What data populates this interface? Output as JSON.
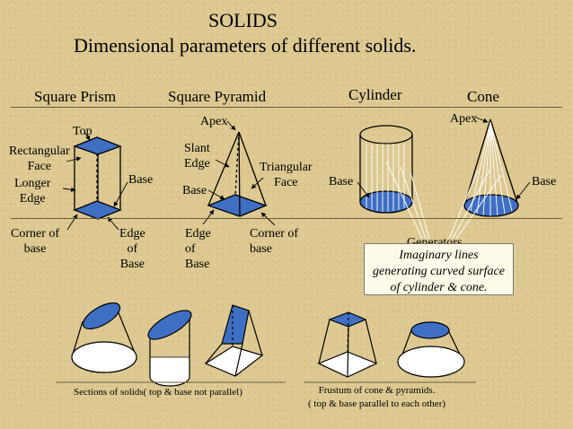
{
  "title": {
    "line1": "SOLIDS",
    "line2": "Dimensional parameters of different solids."
  },
  "headers": {
    "square_prism": "Square Prism",
    "square_pyramid": "Square Pyramid",
    "cylinder": "Cylinder",
    "cone": "Cone"
  },
  "prism_labels": {
    "top": "Top",
    "rectangular_face": "Rectangular\nFace",
    "longer_edge": "Longer\nEdge",
    "base": "Base",
    "corner_of_base": "Corner of\nbase",
    "edge_of_base": "Edge\nof\nBase"
  },
  "pyramid_labels": {
    "apex": "Apex",
    "slant_edge": "Slant\nEdge",
    "base": "Base",
    "triangular_face": "Triangular\nFace",
    "edge_of_base": "Edge\nof\nBase",
    "corner_of_base": "Corner of\nbase"
  },
  "cylinder_labels": {
    "base": "Base"
  },
  "cone_labels": {
    "apex": "Apex",
    "base": "Base"
  },
  "generators": {
    "label": "Generators",
    "note": "Imaginary lines\ngenerating curved surface\nof cylinder & cone."
  },
  "captions": {
    "sections": "Sections of solids( top & base not parallel)",
    "frustum": "Frustum of cone & pyramids.\n( top & base parallel to each other)"
  },
  "colors": {
    "background": "#ddc991",
    "face_blue": "#3f6fc3",
    "line": "#000000"
  }
}
